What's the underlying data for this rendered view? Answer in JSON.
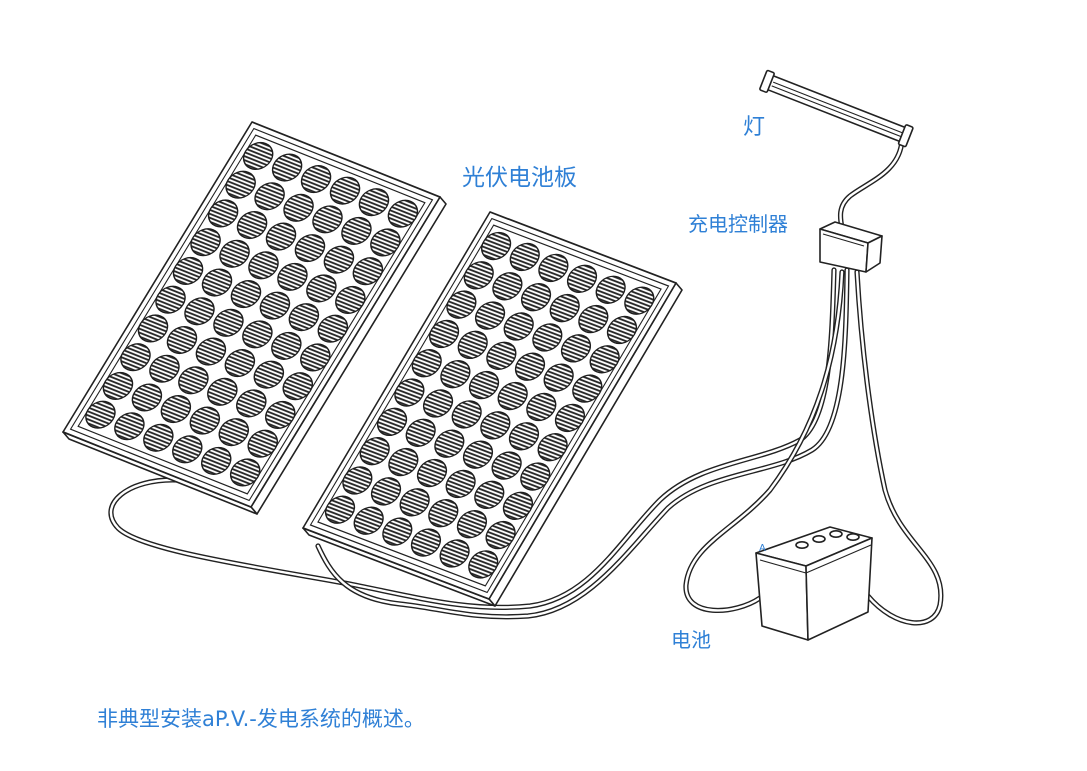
{
  "labels": {
    "lamp": "灯",
    "pv_panels": "光伏电池板",
    "charge_controller": "充电控制器",
    "battery": "电池",
    "battery_marker": "A"
  },
  "caption": "非典型安装aP.V.-发电系统的概述。",
  "colors": {
    "label": "#2f80d6",
    "line": "#222222",
    "background": "#ffffff"
  }
}
